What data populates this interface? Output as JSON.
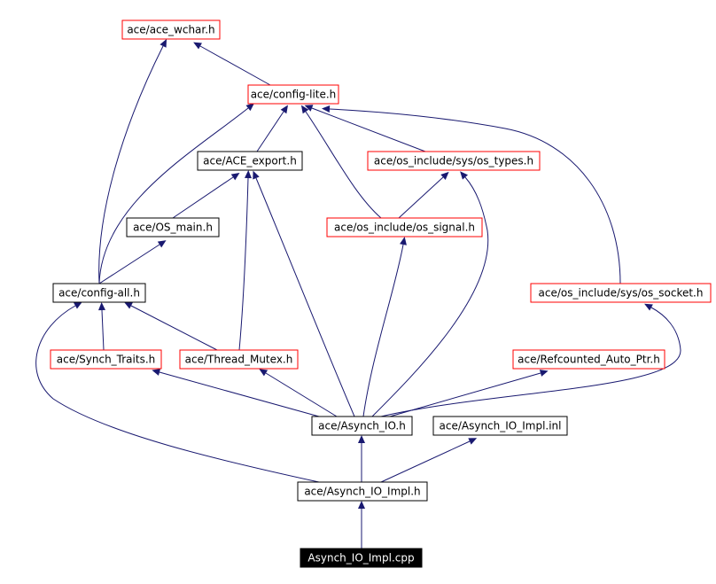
{
  "colors": {
    "edge": "#191970",
    "node_border_red": "#ff0000",
    "node_border_black": "#000000",
    "node_fill": "#ffffff",
    "root_fill": "#000000",
    "root_text": "#ffffff",
    "text": "#000000"
  },
  "nodes": [
    {
      "id": "ace_wchar",
      "label": "ace/ace_wchar.h",
      "style": "red"
    },
    {
      "id": "config_lite",
      "label": "ace/config-lite.h",
      "style": "red"
    },
    {
      "id": "ace_export",
      "label": "ace/ACE_export.h",
      "style": "black"
    },
    {
      "id": "os_types",
      "label": "ace/os_include/sys/os_types.h",
      "style": "red"
    },
    {
      "id": "os_main",
      "label": "ace/OS_main.h",
      "style": "black"
    },
    {
      "id": "os_signal",
      "label": "ace/os_include/os_signal.h",
      "style": "red"
    },
    {
      "id": "config_all",
      "label": "ace/config-all.h",
      "style": "black"
    },
    {
      "id": "os_socket",
      "label": "ace/os_include/sys/os_socket.h",
      "style": "red"
    },
    {
      "id": "synch_traits",
      "label": "ace/Synch_Traits.h",
      "style": "red"
    },
    {
      "id": "thread_mutex",
      "label": "ace/Thread_Mutex.h",
      "style": "red"
    },
    {
      "id": "refcounted",
      "label": "ace/Refcounted_Auto_Ptr.h",
      "style": "red"
    },
    {
      "id": "asynch_io",
      "label": "ace/Asynch_IO.h",
      "style": "black"
    },
    {
      "id": "asynch_io_impl_inl",
      "label": "ace/Asynch_IO_Impl.inl",
      "style": "black"
    },
    {
      "id": "asynch_io_impl_h",
      "label": "ace/Asynch_IO_Impl.h",
      "style": "black"
    },
    {
      "id": "root",
      "label": "Asynch_IO_Impl.cpp",
      "style": "root"
    }
  ],
  "edges": [
    {
      "from": "config_lite",
      "to": "ace_wchar"
    },
    {
      "from": "config_all",
      "to": "ace_wchar"
    },
    {
      "from": "ace_export",
      "to": "config_lite"
    },
    {
      "from": "os_types",
      "to": "config_lite"
    },
    {
      "from": "os_signal",
      "to": "config_lite"
    },
    {
      "from": "config_all",
      "to": "config_lite"
    },
    {
      "from": "os_socket",
      "to": "config_lite"
    },
    {
      "from": "os_main",
      "to": "ace_export"
    },
    {
      "from": "thread_mutex",
      "to": "ace_export"
    },
    {
      "from": "asynch_io",
      "to": "ace_export"
    },
    {
      "from": "os_signal",
      "to": "os_types"
    },
    {
      "from": "asynch_io",
      "to": "os_types"
    },
    {
      "from": "config_all",
      "to": "os_main"
    },
    {
      "from": "asynch_io",
      "to": "os_signal"
    },
    {
      "from": "synch_traits",
      "to": "config_all"
    },
    {
      "from": "thread_mutex",
      "to": "config_all"
    },
    {
      "from": "asynch_io_impl_h",
      "to": "config_all"
    },
    {
      "from": "asynch_io",
      "to": "os_socket"
    },
    {
      "from": "asynch_io",
      "to": "synch_traits"
    },
    {
      "from": "asynch_io",
      "to": "thread_mutex"
    },
    {
      "from": "asynch_io",
      "to": "refcounted"
    },
    {
      "from": "asynch_io_impl_h",
      "to": "asynch_io"
    },
    {
      "from": "asynch_io_impl_h",
      "to": "asynch_io_impl_inl"
    },
    {
      "from": "root",
      "to": "asynch_io_impl_h"
    }
  ]
}
